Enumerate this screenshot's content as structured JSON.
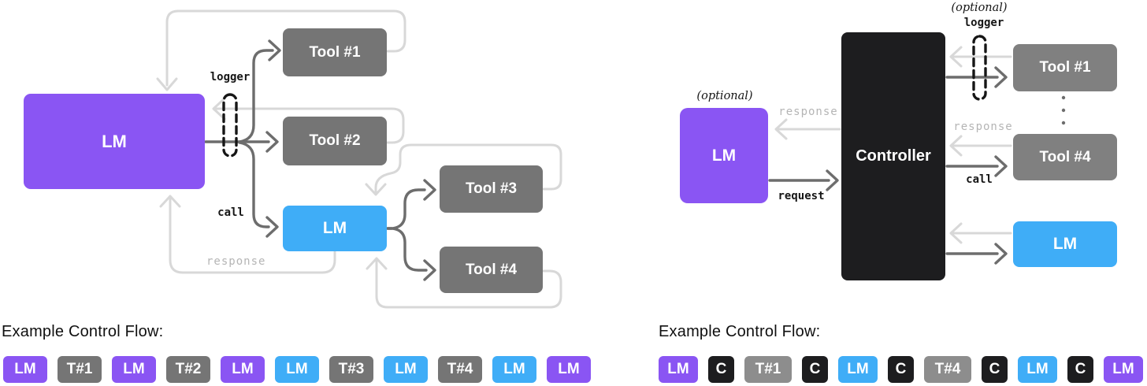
{
  "palette": {
    "purple": "#8A55F3",
    "blue": "#3FADF7",
    "gray": "#757575",
    "gray_light": "#808080",
    "gray_chip_light": "#8D8D8D",
    "black": "#1D1D1F",
    "arrow_dark": "#6D6D6D",
    "arrow_light": "#D8D8D8"
  },
  "left": {
    "nodes": {
      "lm": "LM",
      "tool1": "Tool #1",
      "tool2": "Tool #2",
      "lm2": "LM",
      "tool3": "Tool #3",
      "tool4": "Tool #4"
    },
    "labels": {
      "logger": "logger",
      "call": "call",
      "response": "response"
    },
    "heading": "Example Control Flow:",
    "chips": [
      {
        "label": "LM",
        "color": "purple"
      },
      {
        "label": "T#1",
        "color": "gray"
      },
      {
        "label": "LM",
        "color": "purple"
      },
      {
        "label": "T#2",
        "color": "gray"
      },
      {
        "label": "LM",
        "color": "purple"
      },
      {
        "label": "LM",
        "color": "blue"
      },
      {
        "label": "T#3",
        "color": "gray"
      },
      {
        "label": "LM",
        "color": "blue"
      },
      {
        "label": "T#4",
        "color": "gray"
      },
      {
        "label": "LM",
        "color": "blue"
      },
      {
        "label": "LM",
        "color": "purple"
      }
    ]
  },
  "right": {
    "nodes": {
      "lm": "LM",
      "controller": "Controller",
      "tool1": "Tool #1",
      "tool4": "Tool #4",
      "lm2": "LM"
    },
    "labels": {
      "optional_lm": "(optional)",
      "response_lm": "response",
      "request": "request",
      "optional_logger": "(optional)",
      "logger": "logger",
      "response_tools": "response",
      "call": "call"
    },
    "heading": "Example Control Flow:",
    "chips": [
      {
        "label": "LM",
        "color": "purple"
      },
      {
        "label": "C",
        "color": "black"
      },
      {
        "label": "T#1",
        "color": "gray_chip_light"
      },
      {
        "label": "C",
        "color": "black"
      },
      {
        "label": "LM",
        "color": "blue"
      },
      {
        "label": "C",
        "color": "black"
      },
      {
        "label": "T#4",
        "color": "gray_chip_light"
      },
      {
        "label": "C",
        "color": "black"
      },
      {
        "label": "LM",
        "color": "blue"
      },
      {
        "label": "C",
        "color": "black"
      },
      {
        "label": "LM",
        "color": "purple"
      }
    ]
  }
}
